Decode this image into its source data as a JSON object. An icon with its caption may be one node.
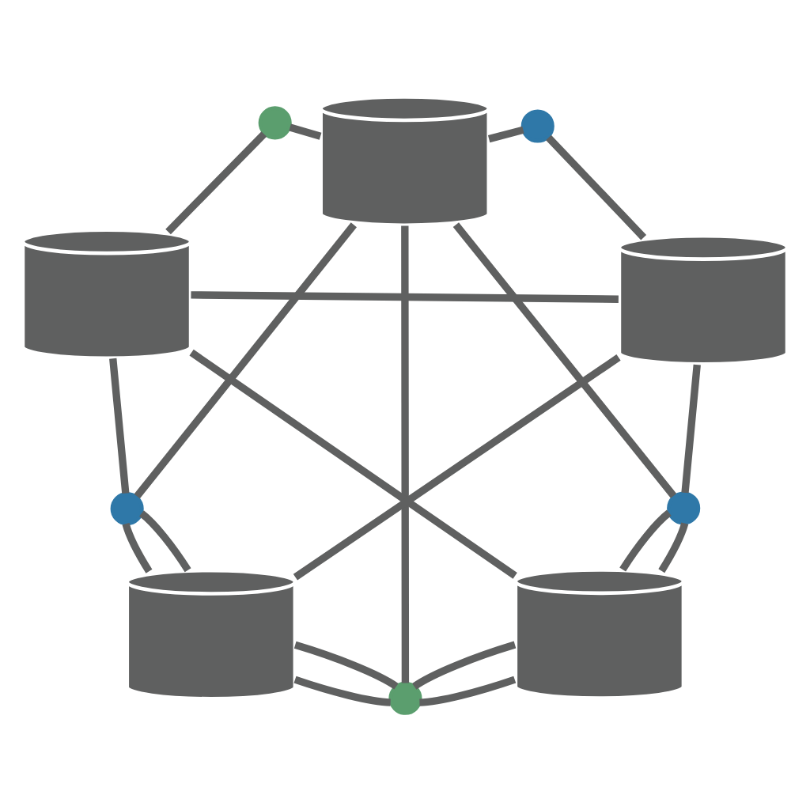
{
  "diagram": {
    "nodes": [
      {
        "text": [],
        "shape": "cylinder"
      },
      {
        "text": [],
        "shape": "circle"
      },
      {
        "text": [],
        "shape": "circle"
      },
      {
        "text": [],
        "shape": "cylinder"
      },
      {
        "text": [],
        "shape": "cylinder"
      },
      {
        "text": [],
        "shape": "circle"
      },
      {
        "text": [],
        "shape": "circle"
      },
      {
        "text": [],
        "shape": "cylinder"
      },
      {
        "text": [],
        "shape": "circle"
      },
      {
        "text": [],
        "shape": "cylinder"
      }
    ],
    "edges": [
      {
        "from": 0,
        "to": 8,
        "arrow": "none"
      },
      {
        "from": 0,
        "to": 1,
        "arrow": "none"
      },
      {
        "from": 0,
        "to": 5,
        "arrow": "none"
      },
      {
        "from": 0,
        "to": 6,
        "arrow": "none"
      },
      {
        "from": 0,
        "to": 2,
        "arrow": "none"
      },
      {
        "from": 1,
        "to": 3,
        "arrow": "none"
      },
      {
        "from": 2,
        "to": 4,
        "arrow": "none"
      },
      {
        "from": 3,
        "to": 4,
        "arrow": "none"
      },
      {
        "from": 3,
        "to": 5,
        "arrow": "none"
      },
      {
        "from": 3,
        "to": 9,
        "arrow": "none"
      },
      {
        "from": 4,
        "to": 7,
        "arrow": "none"
      },
      {
        "from": 4,
        "to": 6,
        "arrow": "none"
      },
      {
        "from": 5,
        "to": 7,
        "arrow": "none"
      },
      {
        "from": 5,
        "to": 7,
        "arrow": "none"
      },
      {
        "from": 6,
        "to": 9,
        "arrow": "none"
      },
      {
        "from": 6,
        "to": 9,
        "arrow": "none"
      },
      {
        "from": 7,
        "to": 8,
        "arrow": "none"
      },
      {
        "from": 7,
        "to": 8,
        "arrow": "none"
      },
      {
        "from": 8,
        "to": 9,
        "arrow": "none"
      },
      {
        "from": 8,
        "to": 9,
        "arrow": "none"
      }
    ]
  }
}
